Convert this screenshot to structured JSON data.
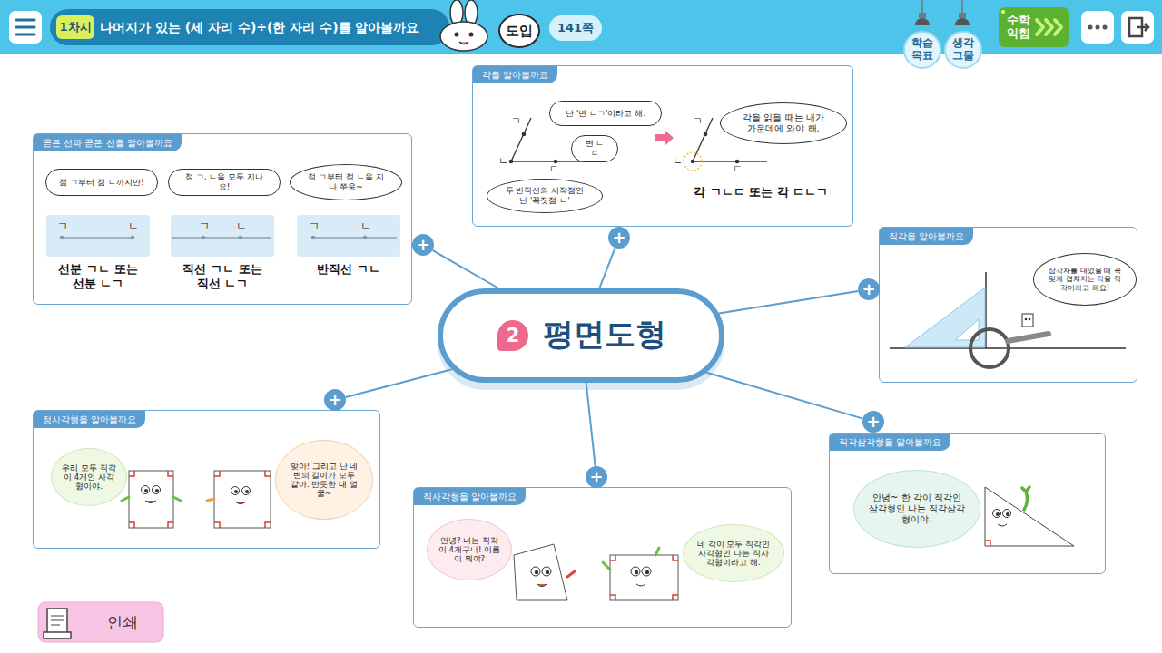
{
  "diagram": {
    "title": "나머지가 있는 (세 자리 수)÷(한 자리 수)를 알아볼까요",
    "nodes": [
      {
        "text": [
          "1차시"
        ]
      },
      {
        "text": [
          "도입"
        ]
      },
      {
        "text": [
          "141쪽"
        ]
      },
      {
        "text": [
          "학습 목표"
        ]
      },
      {
        "text": [
          "생각 그물"
        ]
      },
      {
        "text": [
          "수학 익힘"
        ]
      },
      {
        "text": [
          "2",
          "평면도형"
        ]
      },
      {
        "text": [
          "각을 알아볼까요",
          "각 ㄱㄴㄷ 또는 각 ㄷㄴㄱ"
        ]
      },
      {
        "text": [
          "난 '변 ㄴㄱ'이라고 해."
        ],
        "in": 7
      },
      {
        "text": [
          "변 ㄴㄷ"
        ],
        "in": 7
      },
      {
        "text": [
          "두 반직선의 시작점인 난 '꼭짓점 ㄴ'"
        ],
        "in": 7
      },
      {
        "text": [
          "각을 읽을 때는 내가 가운데에 와야 해."
        ],
        "in": 7
      },
      {
        "text": [
          "+"
        ]
      },
      {
        "text": [
          "곧은 선과 곧은 선을 알아볼까요"
        ]
      },
      {
        "text": [
          "점 ㄱ부터 점 ㄴ까지만!"
        ],
        "in": 13
      },
      {
        "text": [
          "점 ㄱ, ㄴ을 모두 지나요!"
        ],
        "in": 13
      },
      {
        "text": [
          "점 ㄱ부터 점 ㄴ을 지나 쭈욱~"
        ],
        "in": 13
      },
      {
        "text": [
          "ㄱ",
          "ㄴ",
          "선분 ㄱㄴ 또는 선분 ㄴㄱ"
        ],
        "in": 13
      },
      {
        "text": [
          "ㄱ",
          "ㄴ",
          "직선 ㄱㄴ 또는 직선 ㄴㄱ"
        ],
        "in": 13
      },
      {
        "text": [
          "ㄱ",
          "ㄴ",
          "반직선 ㄱㄴ"
        ],
        "in": 13
      },
      {
        "text": [
          "+"
        ]
      },
      {
        "text": [
          "직각을 알아볼까요"
        ]
      },
      {
        "text": [
          "삼각자를 대었을 때 꼭 맞게 겹쳐지는 각을 직각이라고 해요!"
        ],
        "in": 21
      },
      {
        "text": [
          "+"
        ]
      },
      {
        "text": [
          "정사각형을 알아볼까요"
        ]
      },
      {
        "text": [
          "우리 모두 직각이 4개인 사각형이야."
        ],
        "in": 24
      },
      {
        "text": [
          "맞아! 그리고 난 네 변의 길이가 모두 같아. 반듯한 내 얼굴~"
        ],
        "in": 24
      },
      {
        "text": [
          "+"
        ]
      },
      {
        "text": [
          "직사각형을 알아볼까요"
        ]
      },
      {
        "text": [
          "안녕? 너는 직각이 4개구나! 이름이 뭐야?"
        ],
        "in": 28
      },
      {
        "text": [
          "네 각이 모두 직각인 사각형인 나는 직사각형이라고 해."
        ],
        "in": 28
      },
      {
        "text": [
          "+"
        ]
      },
      {
        "text": [
          "직각삼각형을 알아볼까요"
        ]
      },
      {
        "text": [
          "안녕~ 한 각이 직각인 삼각형인 나는 직각삼각형이야."
        ],
        "in": 32
      },
      {
        "text": [
          "+"
        ]
      },
      {
        "text": [
          "인쇄"
        ]
      }
    ],
    "edges": [
      {
        "from": 6,
        "to": 12,
        "arrow": "none"
      },
      {
        "from": 6,
        "to": 20,
        "arrow": "none"
      },
      {
        "from": 6,
        "to": 23,
        "arrow": "none"
      },
      {
        "from": 6,
        "to": 27,
        "arrow": "none"
      },
      {
        "from": 6,
        "to": 31,
        "arrow": "none"
      },
      {
        "from": 6,
        "to": 34,
        "arrow": "none"
      }
    ],
    "labels": [
      "ㄱ",
      "ㄴ",
      "ㄷ",
      "ㄱ",
      "ㄴ",
      "ㄷ"
    ]
  }
}
